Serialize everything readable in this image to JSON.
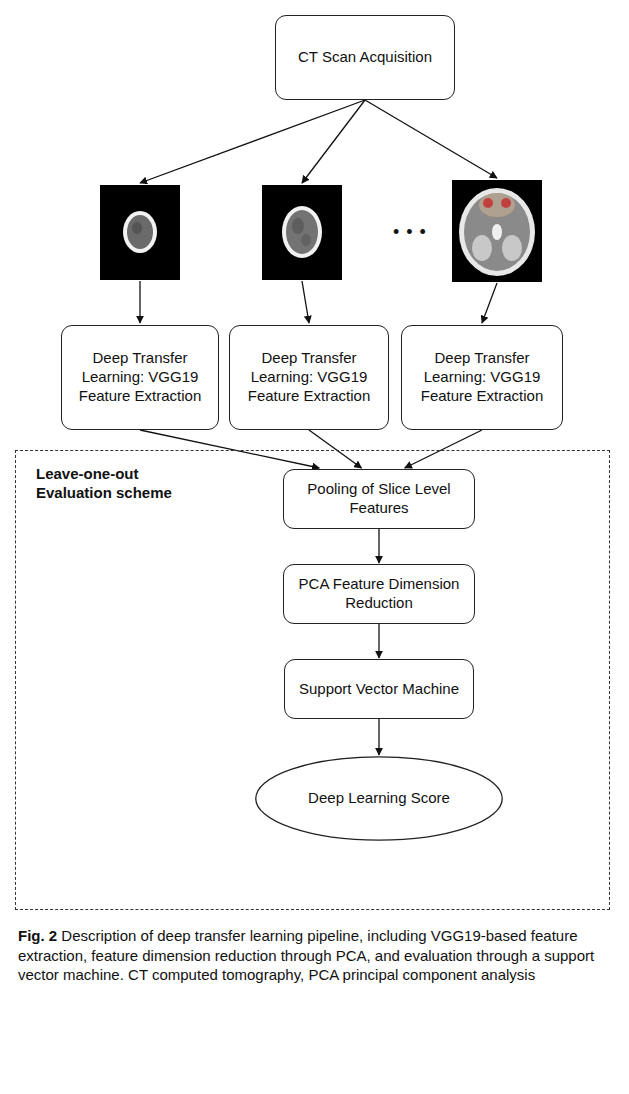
{
  "diagram": {
    "caption": "Fig. 2 Description of deep transfer learning pipeline, including VGG19-based feature extraction, feature dimension reduction through PCA, and evaluation through a support vector machine. CT computed tomography, PCA principal component analysis",
    "nodes": [
      {
        "text": [
          "CT Scan Acquisition"
        ]
      },
      {
        "text": [
          "Deep Transfer Learning: VGG19 Feature Extraction"
        ]
      },
      {
        "text": [
          "Deep Transfer Learning: VGG19 Feature Extraction"
        ]
      },
      {
        "text": [
          "Deep Transfer Learning: VGG19 Feature Extraction"
        ]
      },
      {
        "text": [
          "Leave-one-out Evaluation scheme"
        ]
      },
      {
        "text": [
          "Pooling of Slice Level Features"
        ],
        "in": 4
      },
      {
        "text": [
          "PCA Feature Dimension Reduction"
        ],
        "in": 4
      },
      {
        "text": [
          "Support Vector Machine"
        ],
        "in": 4
      },
      {
        "text": [
          "Deep Learning Score"
        ],
        "in": 4
      }
    ],
    "edges": [
      {
        "from": 1,
        "to": 5,
        "arrow": "to"
      },
      {
        "from": 2,
        "to": 5,
        "arrow": "to"
      },
      {
        "from": 3,
        "to": 5,
        "arrow": "to"
      },
      {
        "from": 5,
        "to": 6,
        "arrow": "to"
      },
      {
        "from": 6,
        "to": 7,
        "arrow": "to"
      },
      {
        "from": 7,
        "to": 8,
        "arrow": "to"
      }
    ],
    "labels": [
      "• • •"
    ]
  }
}
